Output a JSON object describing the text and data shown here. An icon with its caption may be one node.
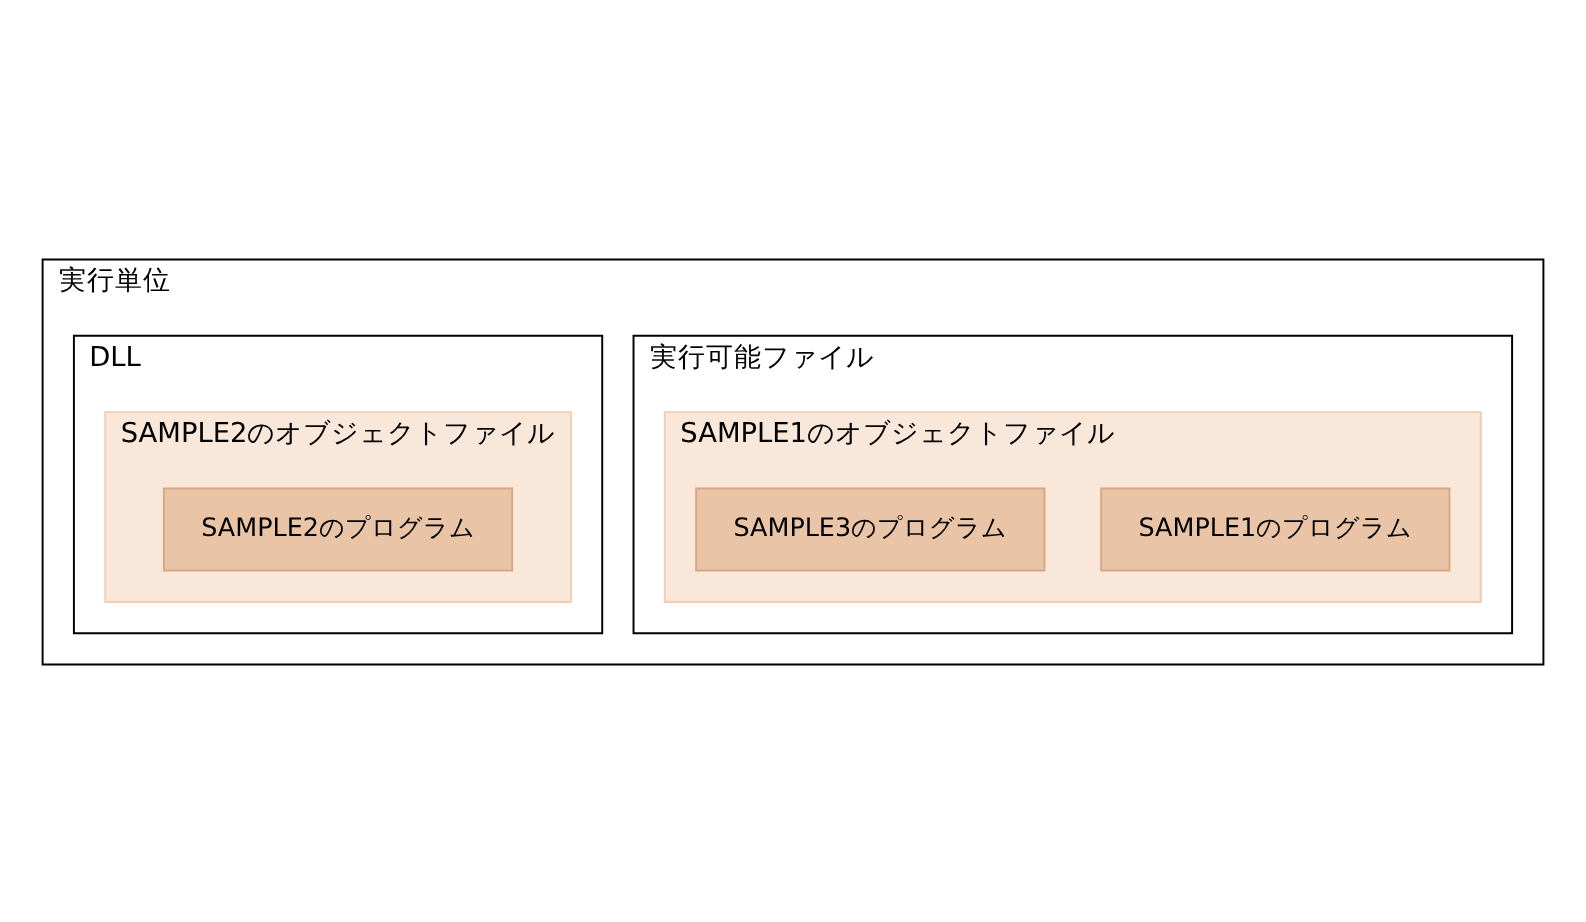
{
  "diagram": {
    "nodes": [
      {
        "text": [
          "実行単位"
        ]
      },
      {
        "text": [
          "実行可能ファイル"
        ],
        "in": 0
      },
      {
        "text": [
          "SAMPLE1のオブジェクトファイル"
        ],
        "in": 1
      },
      {
        "text": [
          "SAMPLE1のプログラム"
        ],
        "in": 2
      },
      {
        "text": [
          "SAMPLE3のプログラム"
        ],
        "in": 2
      },
      {
        "text": [
          "DLL"
        ],
        "in": 0
      },
      {
        "text": [
          "SAMPLE2のオブジェクトファイル"
        ],
        "in": 5
      },
      {
        "text": [
          "SAMPLE2のプログラム"
        ],
        "in": 6
      }
    ],
    "edges": []
  }
}
